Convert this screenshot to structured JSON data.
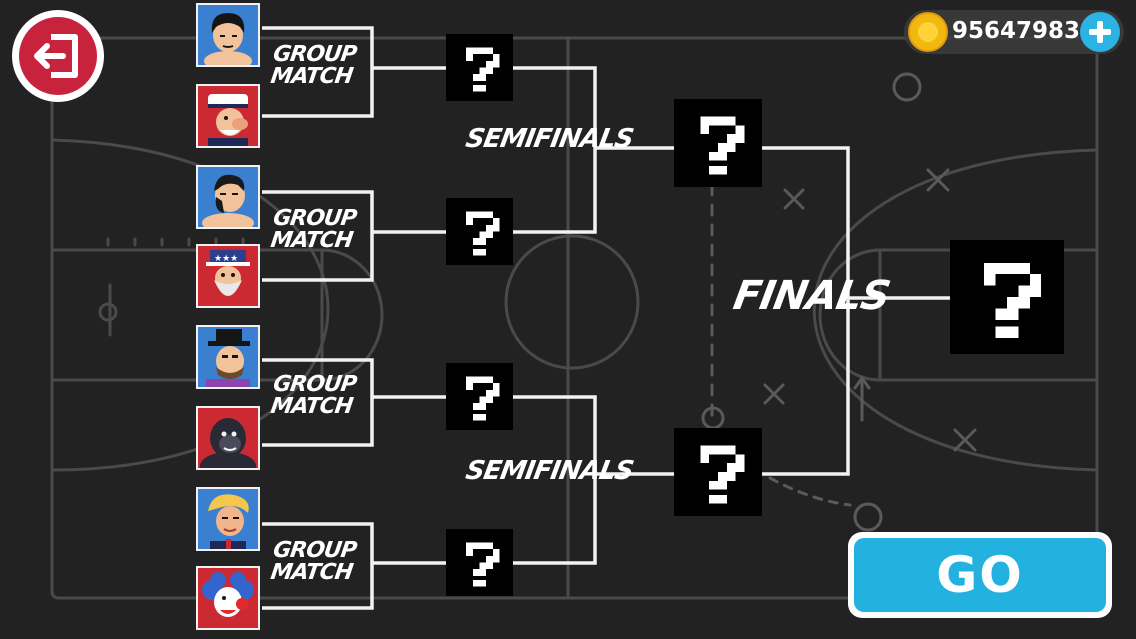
{
  "hud": {
    "coins": "95647983",
    "back_icon": "exit-door-arrow-icon",
    "add_icon": "plus-icon",
    "coin_icon": "gold-coin-icon"
  },
  "bracket": {
    "group_labels": [
      {
        "line1": "GROUP",
        "line2": "MATCH"
      },
      {
        "line1": "GROUP",
        "line2": "MATCH"
      },
      {
        "line1": "GROUP",
        "line2": "MATCH"
      },
      {
        "line1": "GROUP",
        "line2": "MATCH"
      }
    ],
    "semi_labels": [
      "SEMIFINALS",
      "SEMIFINALS"
    ],
    "final_label": "FINALS",
    "unknown_glyph": "?"
  },
  "fighters": [
    {
      "name": "karate-fighter",
      "bg": "#3a7fd0"
    },
    {
      "name": "sailor-captain",
      "bg": "#cc2a33"
    },
    {
      "name": "bald-brawler",
      "bg": "#3a7fd0"
    },
    {
      "name": "uncle-sam",
      "bg": "#cc2a33"
    },
    {
      "name": "top-hat-gentleman",
      "bg": "#3a7fd0"
    },
    {
      "name": "gorilla",
      "bg": "#cc2a33"
    },
    {
      "name": "blond-politician",
      "bg": "#3a7fd0"
    },
    {
      "name": "clown",
      "bg": "#cc2a33"
    }
  ],
  "actions": {
    "go_label": "GO"
  },
  "colors": {
    "chalkboard": "#222222",
    "chalk": "#f2f2f2",
    "back_red": "#c8233c",
    "go_blue": "#23b1e0",
    "coin_gold": "#f1b90f",
    "plus_blue": "#2bb3e3"
  }
}
